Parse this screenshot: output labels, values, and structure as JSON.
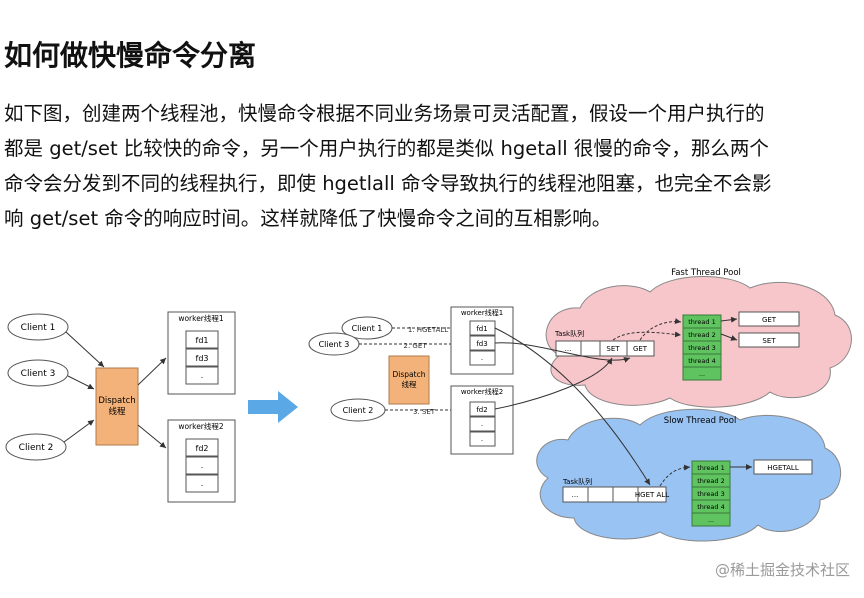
{
  "article": {
    "title": "如何做快慢命令分离",
    "paragraph_lines": [
      "如下图，创建两个线程池，快慢命令根据不同业务场景可灵活配置，假设一个用户执行的",
      "都是 get/set 比较快的命令，另一个用户执行的都是类似 hgetall 很慢的命令，那么两个",
      "命令会分发到不同的线程执行，即使 hgetlall 命令导致执行的线程池阻塞，也完全不会影",
      "响 get/set 命令的响应时间。这样就降低了快慢命令之间的互相影响。"
    ]
  },
  "diagram": {
    "left": {
      "clients": [
        "Client 1",
        "Client 3",
        "Client 2"
      ],
      "dispatch": [
        "Dispatch",
        "线程"
      ],
      "workers": [
        {
          "title": "worker线程1",
          "cells": [
            "fd1",
            "fd3",
            "."
          ]
        },
        {
          "title": "worker线程2",
          "cells": [
            "fd2",
            ".",
            "."
          ]
        }
      ]
    },
    "right": {
      "clients": [
        "Client 1",
        "Client 3",
        "Client 2"
      ],
      "edge_labels": [
        "1. HGETALL",
        "2. GET",
        "3. SET"
      ],
      "dispatch": [
        "Dispatch",
        "线程"
      ],
      "workers": [
        {
          "title": "worker线程1",
          "cells": [
            "fd1",
            "fd3",
            "."
          ]
        },
        {
          "title": "worker线程2",
          "cells": [
            "fd2",
            ".",
            "."
          ]
        }
      ],
      "fast_pool": {
        "title": "Fast Thread Pool",
        "task_label": "Task队列",
        "queue": [
          "...",
          "",
          "SET",
          "GET"
        ],
        "threads": [
          "thread 1",
          "thread 2",
          "thread 3",
          "thread 4",
          "..."
        ],
        "results": [
          "GET",
          "SET"
        ]
      },
      "slow_pool": {
        "title": "Slow Thread Pool",
        "task_label": "Task队列",
        "queue": [
          "...",
          "",
          "",
          "HGET ALL"
        ],
        "threads": [
          "thread 1",
          "thread 2",
          "thread 3",
          "thread 4",
          "..."
        ],
        "results": [
          "HGETALL"
        ]
      }
    },
    "colors": {
      "dispatch": "#f3b27a",
      "threads": "#5fc35f",
      "fast_cloud": "#f7c6cb",
      "slow_cloud": "#99c3f3",
      "arrow": "#5aa8e6"
    }
  },
  "watermark": "@稀土掘金技术社区"
}
